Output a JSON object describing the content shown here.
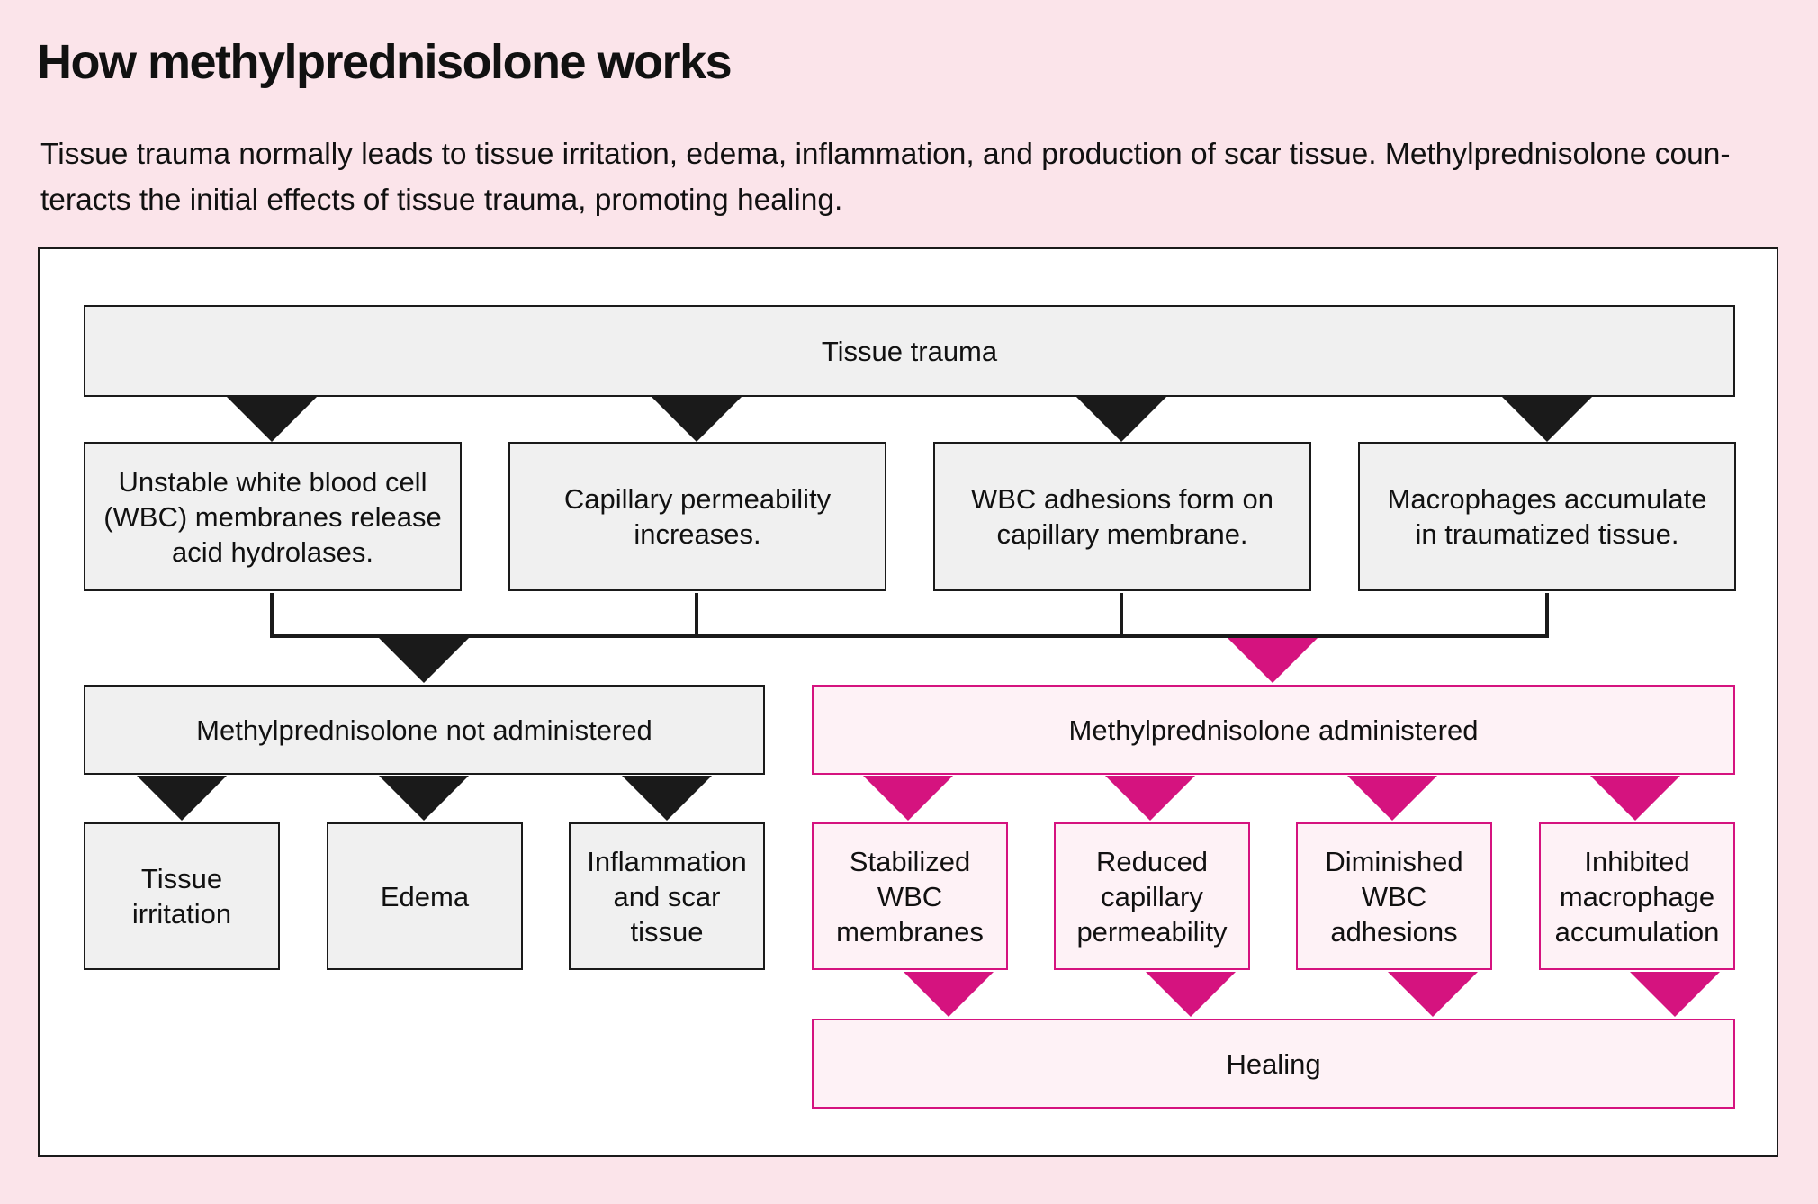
{
  "header": {
    "title": "How methylprednisolone works",
    "intro_line1": "Tissue trauma normally leads to tissue irritation, edema, inflammation, and production of scar tissue. Methylprednisolone coun-",
    "intro_line2": "teracts the initial effects of tissue trauma, promoting healing."
  },
  "diagram": {
    "root": "Tissue trauma",
    "effects": {
      "wbc_membranes": "Unstable white blood cell (WBC) membranes release acid hydrolases.",
      "capillary": "Capillary permeability increases.",
      "adhesions": "WBC adhesions form on capillary membrane.",
      "macrophages": "Macrophages accumulate in traumatized tissue."
    },
    "not_administered": {
      "label": "Methylprednisolone not administered",
      "outcomes": {
        "irritation": "Tissue irritation",
        "edema": "Edema",
        "inflammation": "Inflammation and scar tissue"
      }
    },
    "administered": {
      "label": "Methylprednisolone administered",
      "outcomes": {
        "stabilized": "Stabilized WBC membranes",
        "reduced": "Reduced capillary permeability",
        "diminished": "Diminished WBC adhesions",
        "inhibited": "Inhibited macrophage accumulation"
      },
      "result": "Healing"
    }
  },
  "colors": {
    "background": "#fbe4ea",
    "gray_box": "#f0f0f0",
    "pink_accent": "#d5137f",
    "pink_box": "#fef2f6",
    "line": "#1a1a1a"
  }
}
